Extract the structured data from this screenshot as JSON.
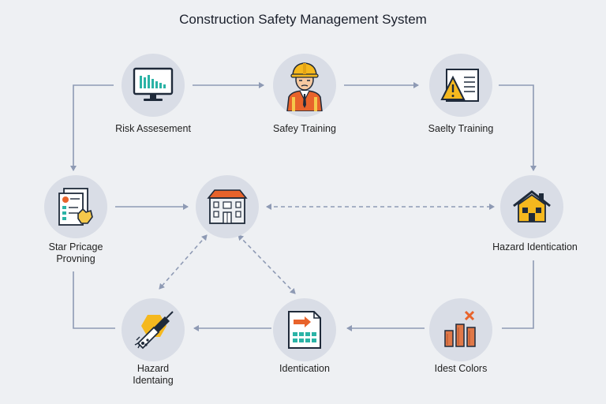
{
  "title": "Construction Safety Management System",
  "nodes": [
    {
      "id": "risk",
      "label": "Risk Assesement",
      "icon": "monitor-chart-icon"
    },
    {
      "id": "training1",
      "label": "Safey Training",
      "icon": "worker-hardhat-icon"
    },
    {
      "id": "training2",
      "label": "Saelty Training",
      "icon": "warning-document-icon"
    },
    {
      "id": "star",
      "label_lines": [
        "Star Pricage",
        "Provning"
      ],
      "icon": "checklist-hand-icon"
    },
    {
      "id": "center",
      "label": "",
      "icon": "building-icon"
    },
    {
      "id": "hazard-id",
      "label": "Hazard Identication",
      "icon": "house-icon"
    },
    {
      "id": "hazard-ident",
      "label_lines": [
        "Hazard",
        "Identaing"
      ],
      "icon": "drill-tool-icon"
    },
    {
      "id": "identication",
      "label": "Identication",
      "icon": "document-grid-icon"
    },
    {
      "id": "colors",
      "label": "Idest Colors",
      "icon": "bar-chart-cross-icon"
    }
  ],
  "colors": {
    "background": "#eef0f3",
    "node_fill": "#d9dde6",
    "arrow": "#8e9ab4",
    "accent_orange": "#e8632b",
    "accent_yellow": "#f5b81e",
    "accent_teal": "#2bb3a6"
  }
}
